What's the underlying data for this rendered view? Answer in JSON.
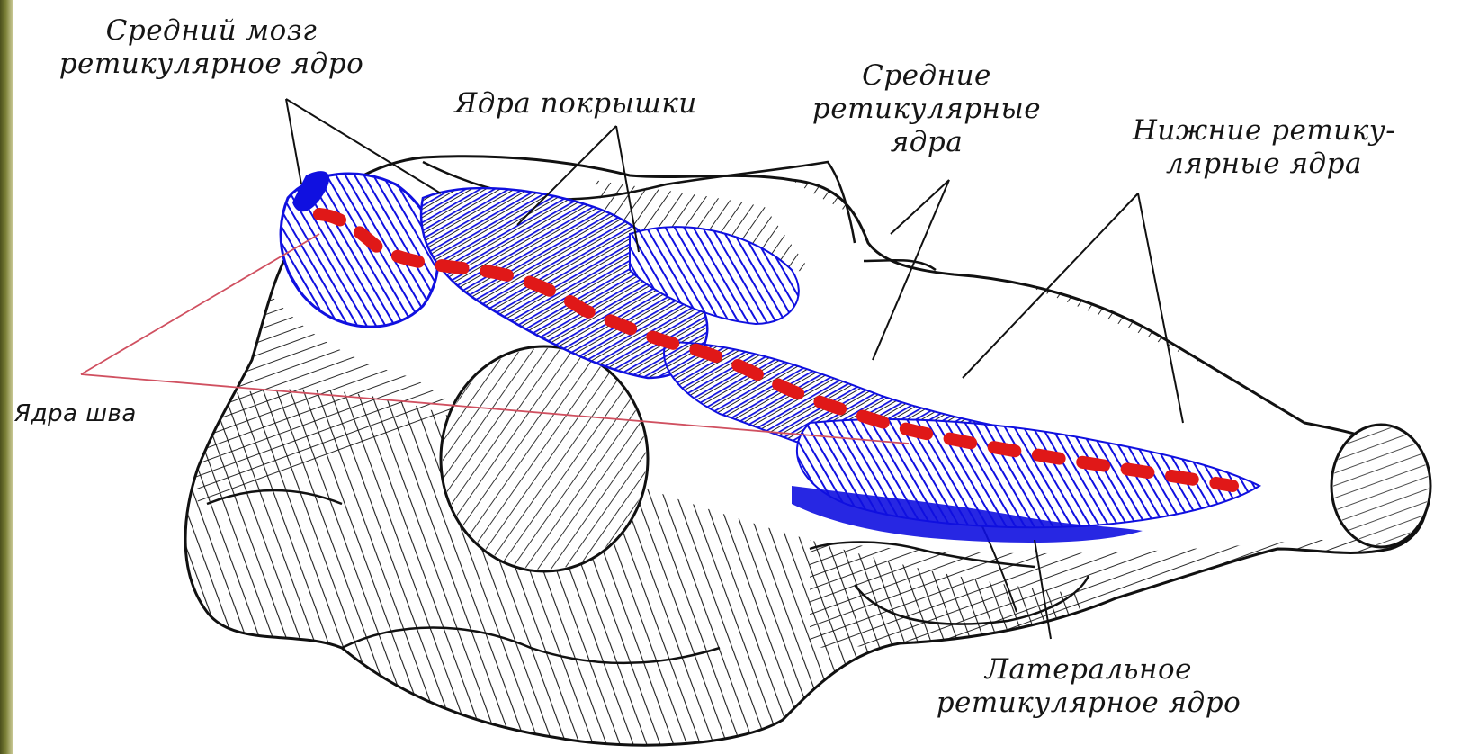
{
  "labels": {
    "midbrain": {
      "line1": "Средний мозг",
      "line2": "ретикулярное ядро"
    },
    "tegmentum": {
      "line1": "Ядра покрышки"
    },
    "middle": {
      "line1": "Средние",
      "line2": "ретикулярные",
      "line3": "ядра"
    },
    "lower": {
      "line1": "Нижние ретику-",
      "line2": "лярные ядра"
    },
    "raphe": {
      "line1": "Ядра шва"
    },
    "lateral": {
      "line1": "Латеральное",
      "line2": "ретикулярное ядро"
    }
  },
  "colors": {
    "outline": "#111111",
    "nuclei_fill": "#1010e0",
    "raphe_dashes": "#e01818",
    "raphe_pointer": "#d05060",
    "background": "#ffffff"
  }
}
